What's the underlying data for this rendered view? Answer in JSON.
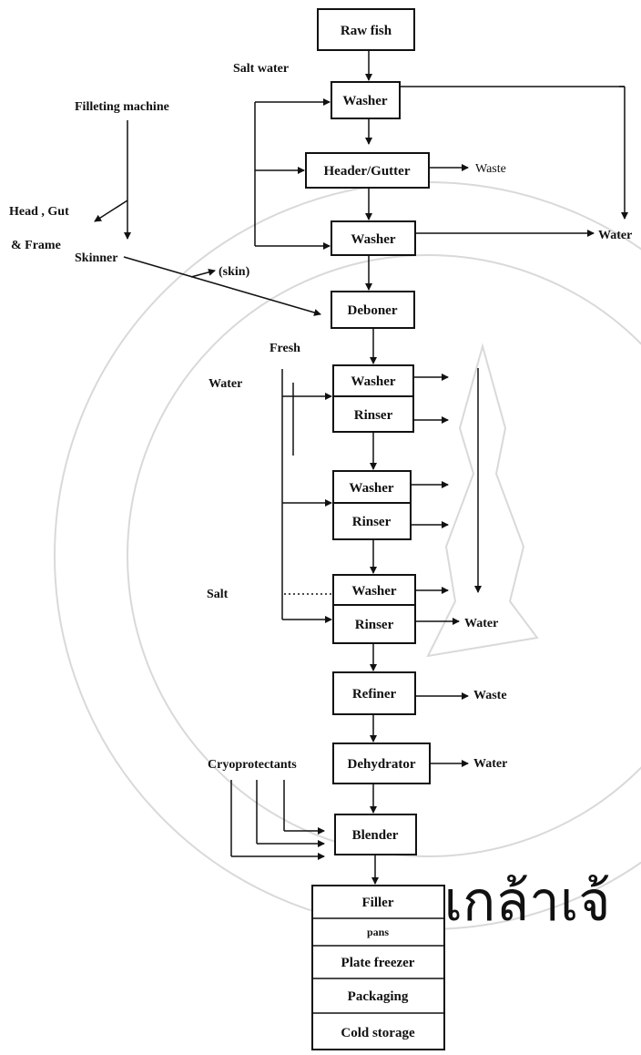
{
  "diagram": {
    "steps": {
      "raw_fish": "Raw fish",
      "washer_1": "Washer",
      "header_gutter": "Header/Gutter",
      "washer_2": "Washer",
      "deboner": "Deboner",
      "washer_3": "Washer",
      "rinser_1": "Rinser",
      "washer_4": "Washer",
      "rinser_2": "Rinser",
      "washer_5": "Washer",
      "rinser_3": "Rinser",
      "refiner": "Refiner",
      "dehydrator": "Dehydrator",
      "blender": "Blender"
    },
    "final_stack": [
      "Filler",
      "pans",
      "Plate freezer",
      "Packaging",
      "Cold storage"
    ],
    "side_labels": {
      "salt_water": "Salt water",
      "filleting_machine": "Filleting machine",
      "head_gut": "Head , Gut",
      "frame": "& Frame",
      "skinner": "Skinner",
      "skin": "(skin)",
      "fresh": "Fresh",
      "water_in": "Water",
      "salt": "Salt",
      "cryoprotectants": "Cryoprotectants"
    },
    "outputs": {
      "waste_header": "Waste",
      "water_top": "Water",
      "water_rinser": "Water",
      "waste_refiner": "Waste",
      "water_dehydrator": "Water"
    }
  },
  "watermark": {
    "text": "มเกล้าเจ้"
  }
}
